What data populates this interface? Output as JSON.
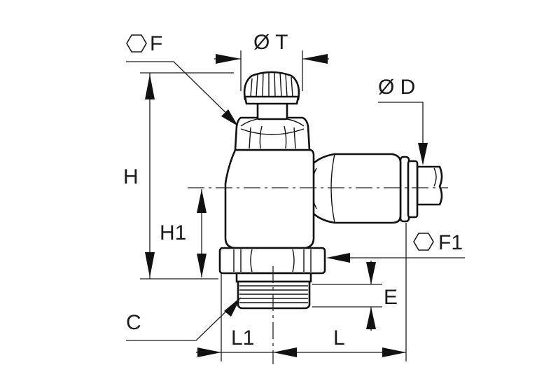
{
  "labels": {
    "hex_F": "F",
    "dia_T": "Ø T",
    "dia_D": "Ø D",
    "H": "H",
    "H1": "H1",
    "hex_F1": "F1",
    "E": "E",
    "C": "C",
    "L1": "L1",
    "L": "L"
  },
  "icons": {
    "hex": "hexagon-icon"
  },
  "colors": {
    "line": "#111111",
    "background": "#ffffff"
  }
}
